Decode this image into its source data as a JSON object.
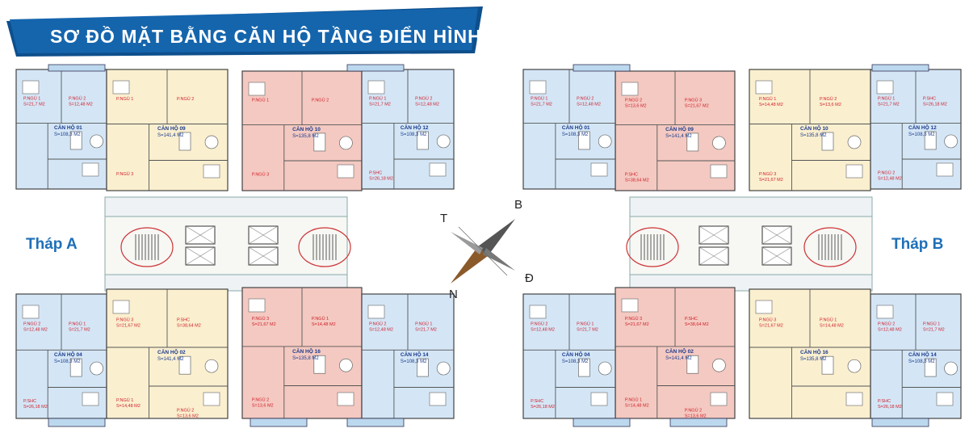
{
  "title": "SƠ ĐỒ MẶT BẰNG CĂN HỘ TẦNG ĐIỂN HÌNH",
  "colors": {
    "banner": "#1565ad",
    "banner_dark": "#0e4f8c",
    "unit_blue": "#d4e6f6",
    "unit_yellow": "#faefcf",
    "unit_pink": "#f4c9c1",
    "corridor": "#eef2f4",
    "tower_label": "#1f6fb8",
    "room_label": "#d0212c",
    "unit_label": "#1a3a8c"
  },
  "towers": [
    {
      "name": "Tháp A",
      "units": [
        {
          "label": "CĂN HỘ 01",
          "area": "S=108,3 M2",
          "rooms": [
            {
              "name": "P.NGỦ 1",
              "area": "S=21,7 M2"
            },
            {
              "name": "P.NGỦ 2",
              "area": "S=12,48 M2"
            }
          ]
        },
        {
          "label": "CĂN HỘ 09",
          "area": "S=141,4 M2",
          "rooms": [
            {
              "name": "P.NGỦ 1",
              "area": ""
            },
            {
              "name": "P.NGỦ 2",
              "area": ""
            },
            {
              "name": "P.NGỦ 3",
              "area": ""
            }
          ]
        },
        {
          "label": "CĂN HỘ 10",
          "area": "S=135,8 M2",
          "rooms": [
            {
              "name": "P.NGỦ 1",
              "area": ""
            },
            {
              "name": "P.NGỦ 2",
              "area": ""
            },
            {
              "name": "P.NGỦ 3",
              "area": ""
            }
          ]
        },
        {
          "label": "CĂN HỘ 12",
          "area": "S=108,3 M2",
          "rooms": [
            {
              "name": "P.NGỦ 1",
              "area": "S=21,7 M2"
            },
            {
              "name": "P.NGỦ 2",
              "area": "S=12,48 M2"
            },
            {
              "name": "P.SHC",
              "area": "S=26,18 M2"
            }
          ]
        },
        {
          "label": "CĂN HỘ 04",
          "area": "S=108,3 M2",
          "rooms": [
            {
              "name": "P.NGỦ 2",
              "area": "S=12,48 M2"
            },
            {
              "name": "P.NGỦ 1",
              "area": "S=21,7 M2"
            },
            {
              "name": "P.SHC",
              "area": "S=26,18 M2"
            }
          ]
        },
        {
          "label": "CĂN HỘ 02",
          "area": "S=141,4 M2",
          "rooms": [
            {
              "name": "P.NGỦ 3",
              "area": "S=21,67 M2"
            },
            {
              "name": "P.SHC",
              "area": "S=38,64 M2"
            },
            {
              "name": "P.NGỦ 1",
              "area": "S=14,48 M2"
            },
            {
              "name": "P.NGỦ 2",
              "area": "S=13,6 M2"
            }
          ]
        },
        {
          "label": "CĂN HỘ 16",
          "area": "S=135,8 M2",
          "rooms": [
            {
              "name": "P.NGỦ 3",
              "area": "S=21,67 M2"
            },
            {
              "name": "P.NGỦ 1",
              "area": "S=14,48 M2"
            },
            {
              "name": "P.NGỦ 2",
              "area": "S=13,6 M2"
            }
          ]
        },
        {
          "label": "CĂN HỘ 14",
          "area": "S=108,3 M2",
          "rooms": [
            {
              "name": "P.NGỦ 2",
              "area": "S=12,48 M2"
            },
            {
              "name": "P.NGỦ 1",
              "area": "S=21,7 M2"
            }
          ]
        }
      ]
    },
    {
      "name": "Tháp B",
      "units": [
        {
          "label": "CĂN HỘ 12",
          "area": "S=108,3 M2",
          "rooms": [
            {
              "name": "P.NGỦ 1",
              "area": "S=21,7 M2"
            },
            {
              "name": "P.SHC",
              "area": "S=26,18 M2"
            },
            {
              "name": "P.NGỦ 2",
              "area": "S=12,48 M2"
            }
          ]
        },
        {
          "label": "CĂN HỘ 10",
          "area": "S=135,8 M2",
          "rooms": [
            {
              "name": "P.NGỦ 1",
              "area": "S=14,48 M2"
            },
            {
              "name": "P.NGỦ 2",
              "area": "S=13,6 M2"
            },
            {
              "name": "P.NGỦ 3",
              "area": "S=21,67 M2"
            }
          ]
        },
        {
          "label": "CĂN HỘ 09",
          "area": "S=141,4 M2",
          "rooms": [
            {
              "name": "P.NGỦ 2",
              "area": "S=13,6 M2"
            },
            {
              "name": "P.NGỦ 3",
              "area": "S=21,67 M2"
            },
            {
              "name": "P.SHC",
              "area": "S=38,64 M2"
            }
          ]
        },
        {
          "label": "CĂN HỘ 01",
          "area": "S=108,3 M2",
          "rooms": [
            {
              "name": "P.NGỦ 1",
              "area": "S=21,7 M2"
            },
            {
              "name": "P.NGỦ 2",
              "area": "S=12,48 M2"
            }
          ]
        },
        {
          "label": "CĂN HỘ 14",
          "area": "S=108,3 M2",
          "rooms": [
            {
              "name": "P.NGỦ 2",
              "area": "S=12,48 M2"
            },
            {
              "name": "P.NGỦ 1",
              "area": "S=21,7 M2"
            },
            {
              "name": "P.SHC",
              "area": "S=26,18 M2"
            }
          ]
        },
        {
          "label": "CĂN HỘ 16",
          "area": "S=135,8 M2",
          "rooms": [
            {
              "name": "P.NGỦ 3",
              "area": "S=21,67 M2"
            },
            {
              "name": "P.NGỦ 1",
              "area": "S=14,48 M2"
            }
          ]
        },
        {
          "label": "CĂN HỘ 02",
          "area": "S=141,4 M2",
          "rooms": [
            {
              "name": "P.NGỦ 3",
              "area": "S=21,67 M2"
            },
            {
              "name": "P.SHC",
              "area": "S=38,64 M2"
            },
            {
              "name": "P.NGỦ 1",
              "area": "S=14,48 M2"
            },
            {
              "name": "P.NGỦ 2",
              "area": "S=13,6 M2"
            }
          ]
        },
        {
          "label": "CĂN HỘ 04",
          "area": "S=108,3 M2",
          "rooms": [
            {
              "name": "P.NGỦ 2",
              "area": "S=12,48 M2"
            },
            {
              "name": "P.NGỦ 1",
              "area": "S=21,7 M2"
            },
            {
              "name": "P.SHC",
              "area": "S=26,18 M2"
            }
          ]
        }
      ]
    }
  ],
  "compass": {
    "north": "N",
    "south": "B",
    "east": "Đ",
    "west": "T"
  }
}
